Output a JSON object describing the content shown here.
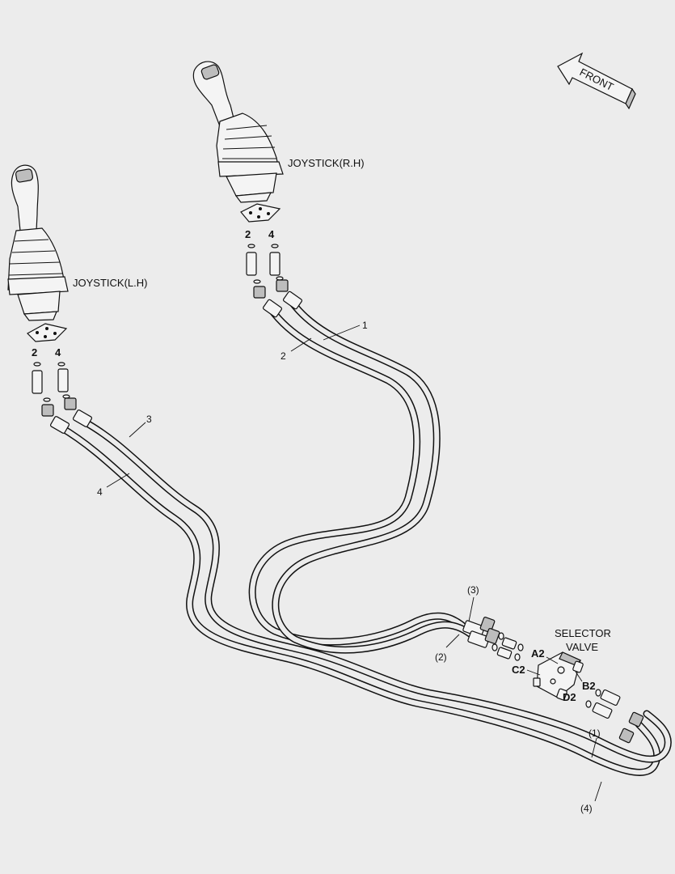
{
  "labels": {
    "front": "FRONT",
    "joystick_rh": "JOYSTICK(R.H)",
    "joystick_lh": "JOYSTICK(L.H)",
    "selector_valve_line1": "SELECTOR",
    "selector_valve_line2": "VALVE"
  },
  "port_numbers": {
    "rh_left": "2",
    "rh_right": "4",
    "lh_left": "2",
    "lh_right": "4"
  },
  "hose_callouts": {
    "hose_1": "1",
    "hose_2": "2",
    "hose_3": "3",
    "hose_4": "4",
    "hose_1_end": "(1)",
    "hose_2_end": "(2)",
    "hose_3_end": "(3)",
    "hose_4_end": "(4)"
  },
  "valve_ports": {
    "a2": "A2",
    "b2": "B2",
    "c2": "C2",
    "d2": "D2"
  },
  "colors": {
    "background": "#ececec",
    "line": "#111111"
  }
}
